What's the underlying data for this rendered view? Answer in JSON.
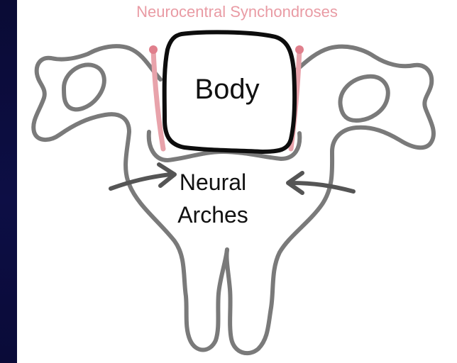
{
  "colors": {
    "slide_background": "#0b0c3a",
    "panel_background": "#ffffff",
    "outline": "#7a7a7a",
    "body_outline": "#0d0d0d",
    "synchondrosis": "#e8a3ab",
    "synchondrosis_text": "#e99ba4",
    "arrow": "#555555"
  },
  "heading": "Neurocentral Synchondroses",
  "labels": {
    "body": "Body",
    "neural_arches": [
      "Neural",
      "Arches"
    ]
  },
  "icons": [
    "left-arrow-icon",
    "right-arrow-icon"
  ]
}
